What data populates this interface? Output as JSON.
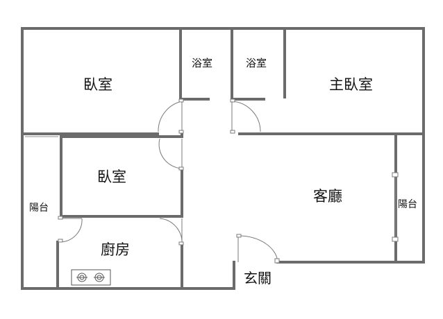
{
  "rooms": {
    "bedroom_top_left": "臥室",
    "bathroom_left": "浴室",
    "bathroom_right": "浴室",
    "master_bedroom": "主臥室",
    "bedroom_middle": "臥室",
    "living_room": "客廳",
    "balcony_left": "陽台",
    "balcony_right": "陽台",
    "kitchen": "廚房",
    "entrance": "玄關"
  },
  "colors": {
    "wall": "#6b6b6b",
    "door_line": "#7a7a7a",
    "background": "#ffffff"
  },
  "icons": {
    "stove": "stove-icon",
    "doors": "door-swing-icon"
  }
}
